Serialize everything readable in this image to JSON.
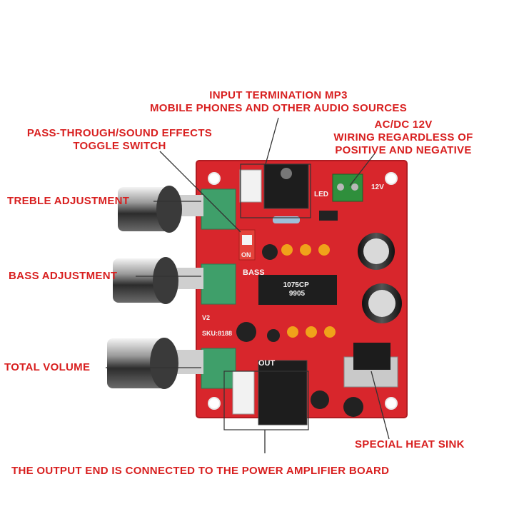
{
  "labels": {
    "input_line1": "INPUT TERMINATION MP3",
    "input_line2": "MOBILE PHONES AND OTHER AUDIO SOURCES",
    "pass_line1": "PASS-THROUGH/SOUND EFFECTS",
    "pass_line2": "TOGGLE SWITCH",
    "power_line1": "AC/DC 12V",
    "power_line2": "WIRING REGARDLESS OF",
    "power_line3": "POSITIVE AND NEGATIVE",
    "treble": "TREBLE ADJUSTMENT",
    "bass": "BASS ADJUSTMENT",
    "volume": "TOTAL VOLUME",
    "heatsink": "SPECIAL HEAT SINK",
    "output": "THE OUTPUT END IS CONNECTED TO THE POWER AMPLIFIER BOARD"
  },
  "board": {
    "chip_line1": "1075CP",
    "chip_line2": "9905",
    "text_bass": "BASS",
    "text_out": "OUT",
    "text_led": "LED",
    "text_12v": "12V",
    "text_on": "ON",
    "text_sku": "SKU:8188",
    "text_v2": "V2"
  },
  "colors": {
    "callout": "#d81f1f",
    "pcb": "#d8262c",
    "pot_green": "#3f9f6a",
    "heatsink": "#c9c9c9"
  }
}
